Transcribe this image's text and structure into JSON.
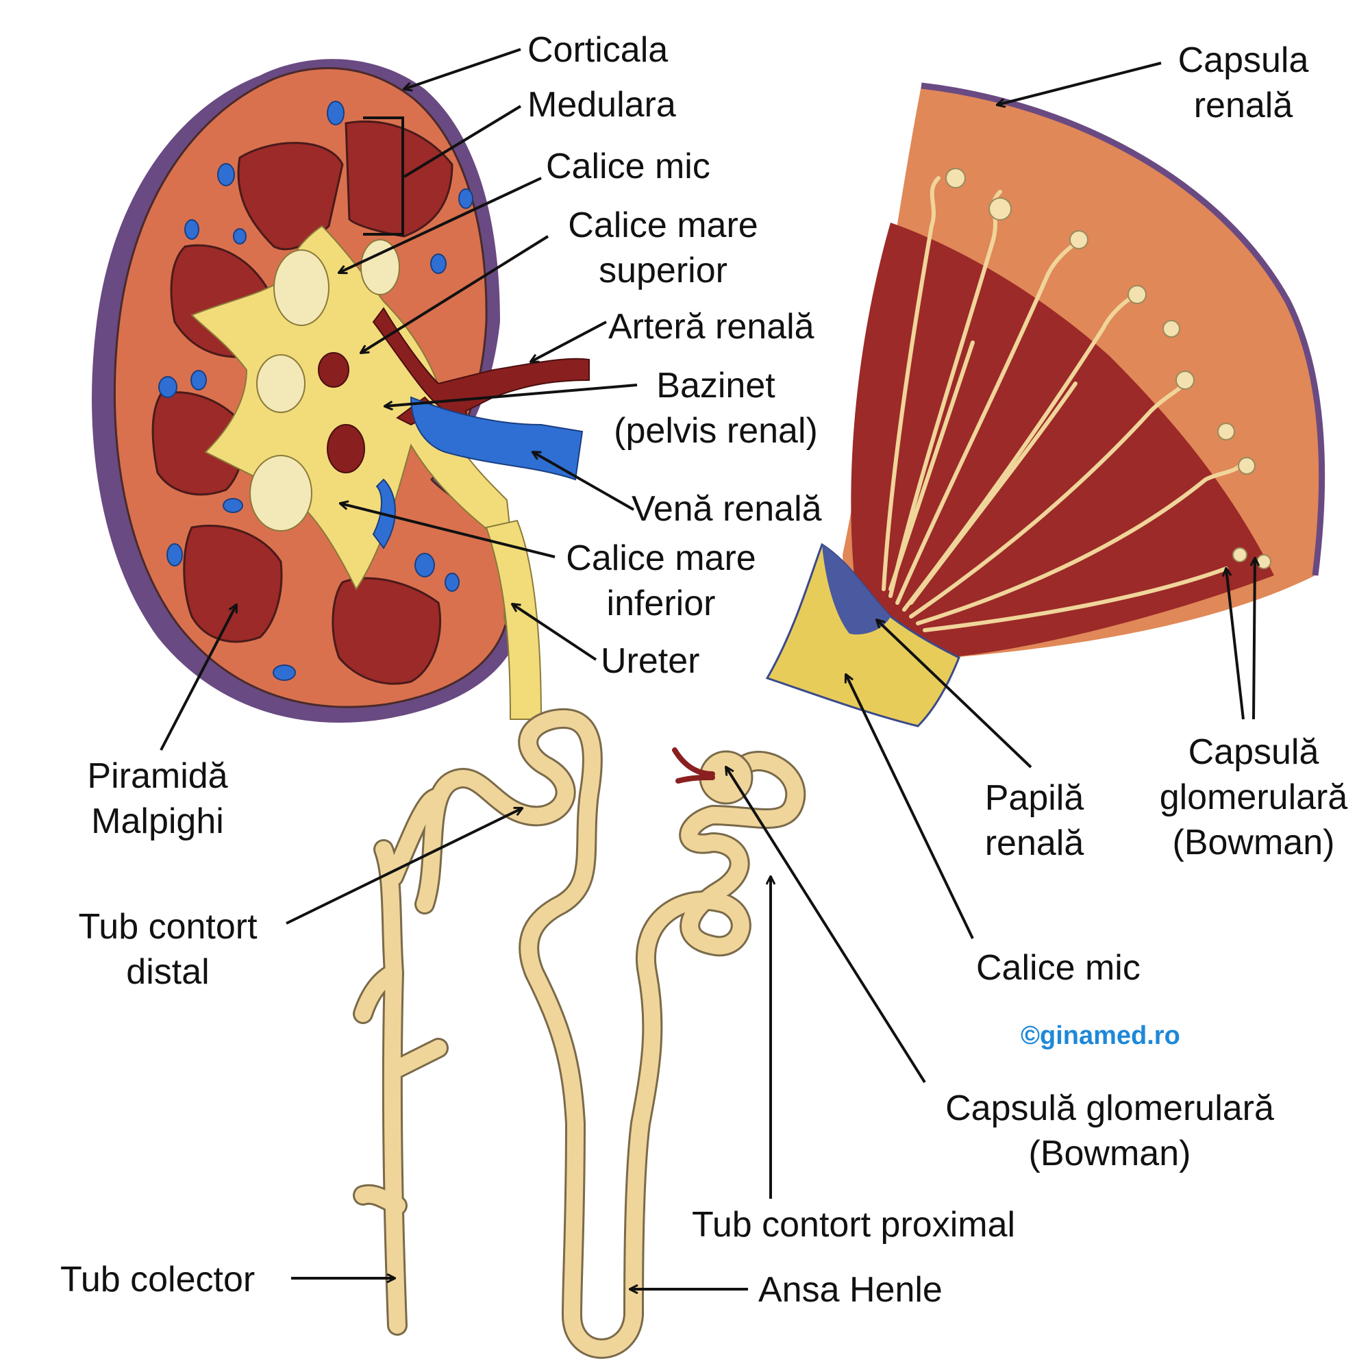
{
  "labels": {
    "corticala": "Corticala",
    "medulara": "Medulara",
    "calice_mic_top": "Calice mic",
    "calice_mare_superior": "Calice mare\nsuperior",
    "artera_renala": "Arteră renală",
    "bazinet": "Bazinet\n(pelvis renal)",
    "vena_renala": "Venă renală",
    "calice_mare_inferior": "Calice mare\ninferior",
    "ureter": "Ureter",
    "piramida_malpighi": "Piramidă\nMalpighi",
    "capsula_renala": "Capsula\nrenală",
    "papila_renala": "Papilă\nrenală",
    "capsula_glomerulara_right": "Capsulă\nglomerulară\n(Bowman)",
    "calice_mic_bottom": "Calice mic",
    "capsula_glomerulara_nephron": "Capsulă glomerulară\n(Bowman)",
    "tub_contort_distal": "Tub contort\ndistal",
    "tub_contort_proximal": "Tub contort proximal",
    "tub_colector": "Tub colector",
    "ansa_henle": "Ansa Henle"
  },
  "credit": "©ginamed.ro",
  "colors": {
    "cortex": "#d9714f",
    "medulla": "#9c2a28",
    "capsule": "#6a4a82",
    "pelvis": "#f2dc7a",
    "vein": "#2f6fd4",
    "artery": "#8a1f1f",
    "tubule": "#f0d59a",
    "credit": "#1e88d8"
  }
}
